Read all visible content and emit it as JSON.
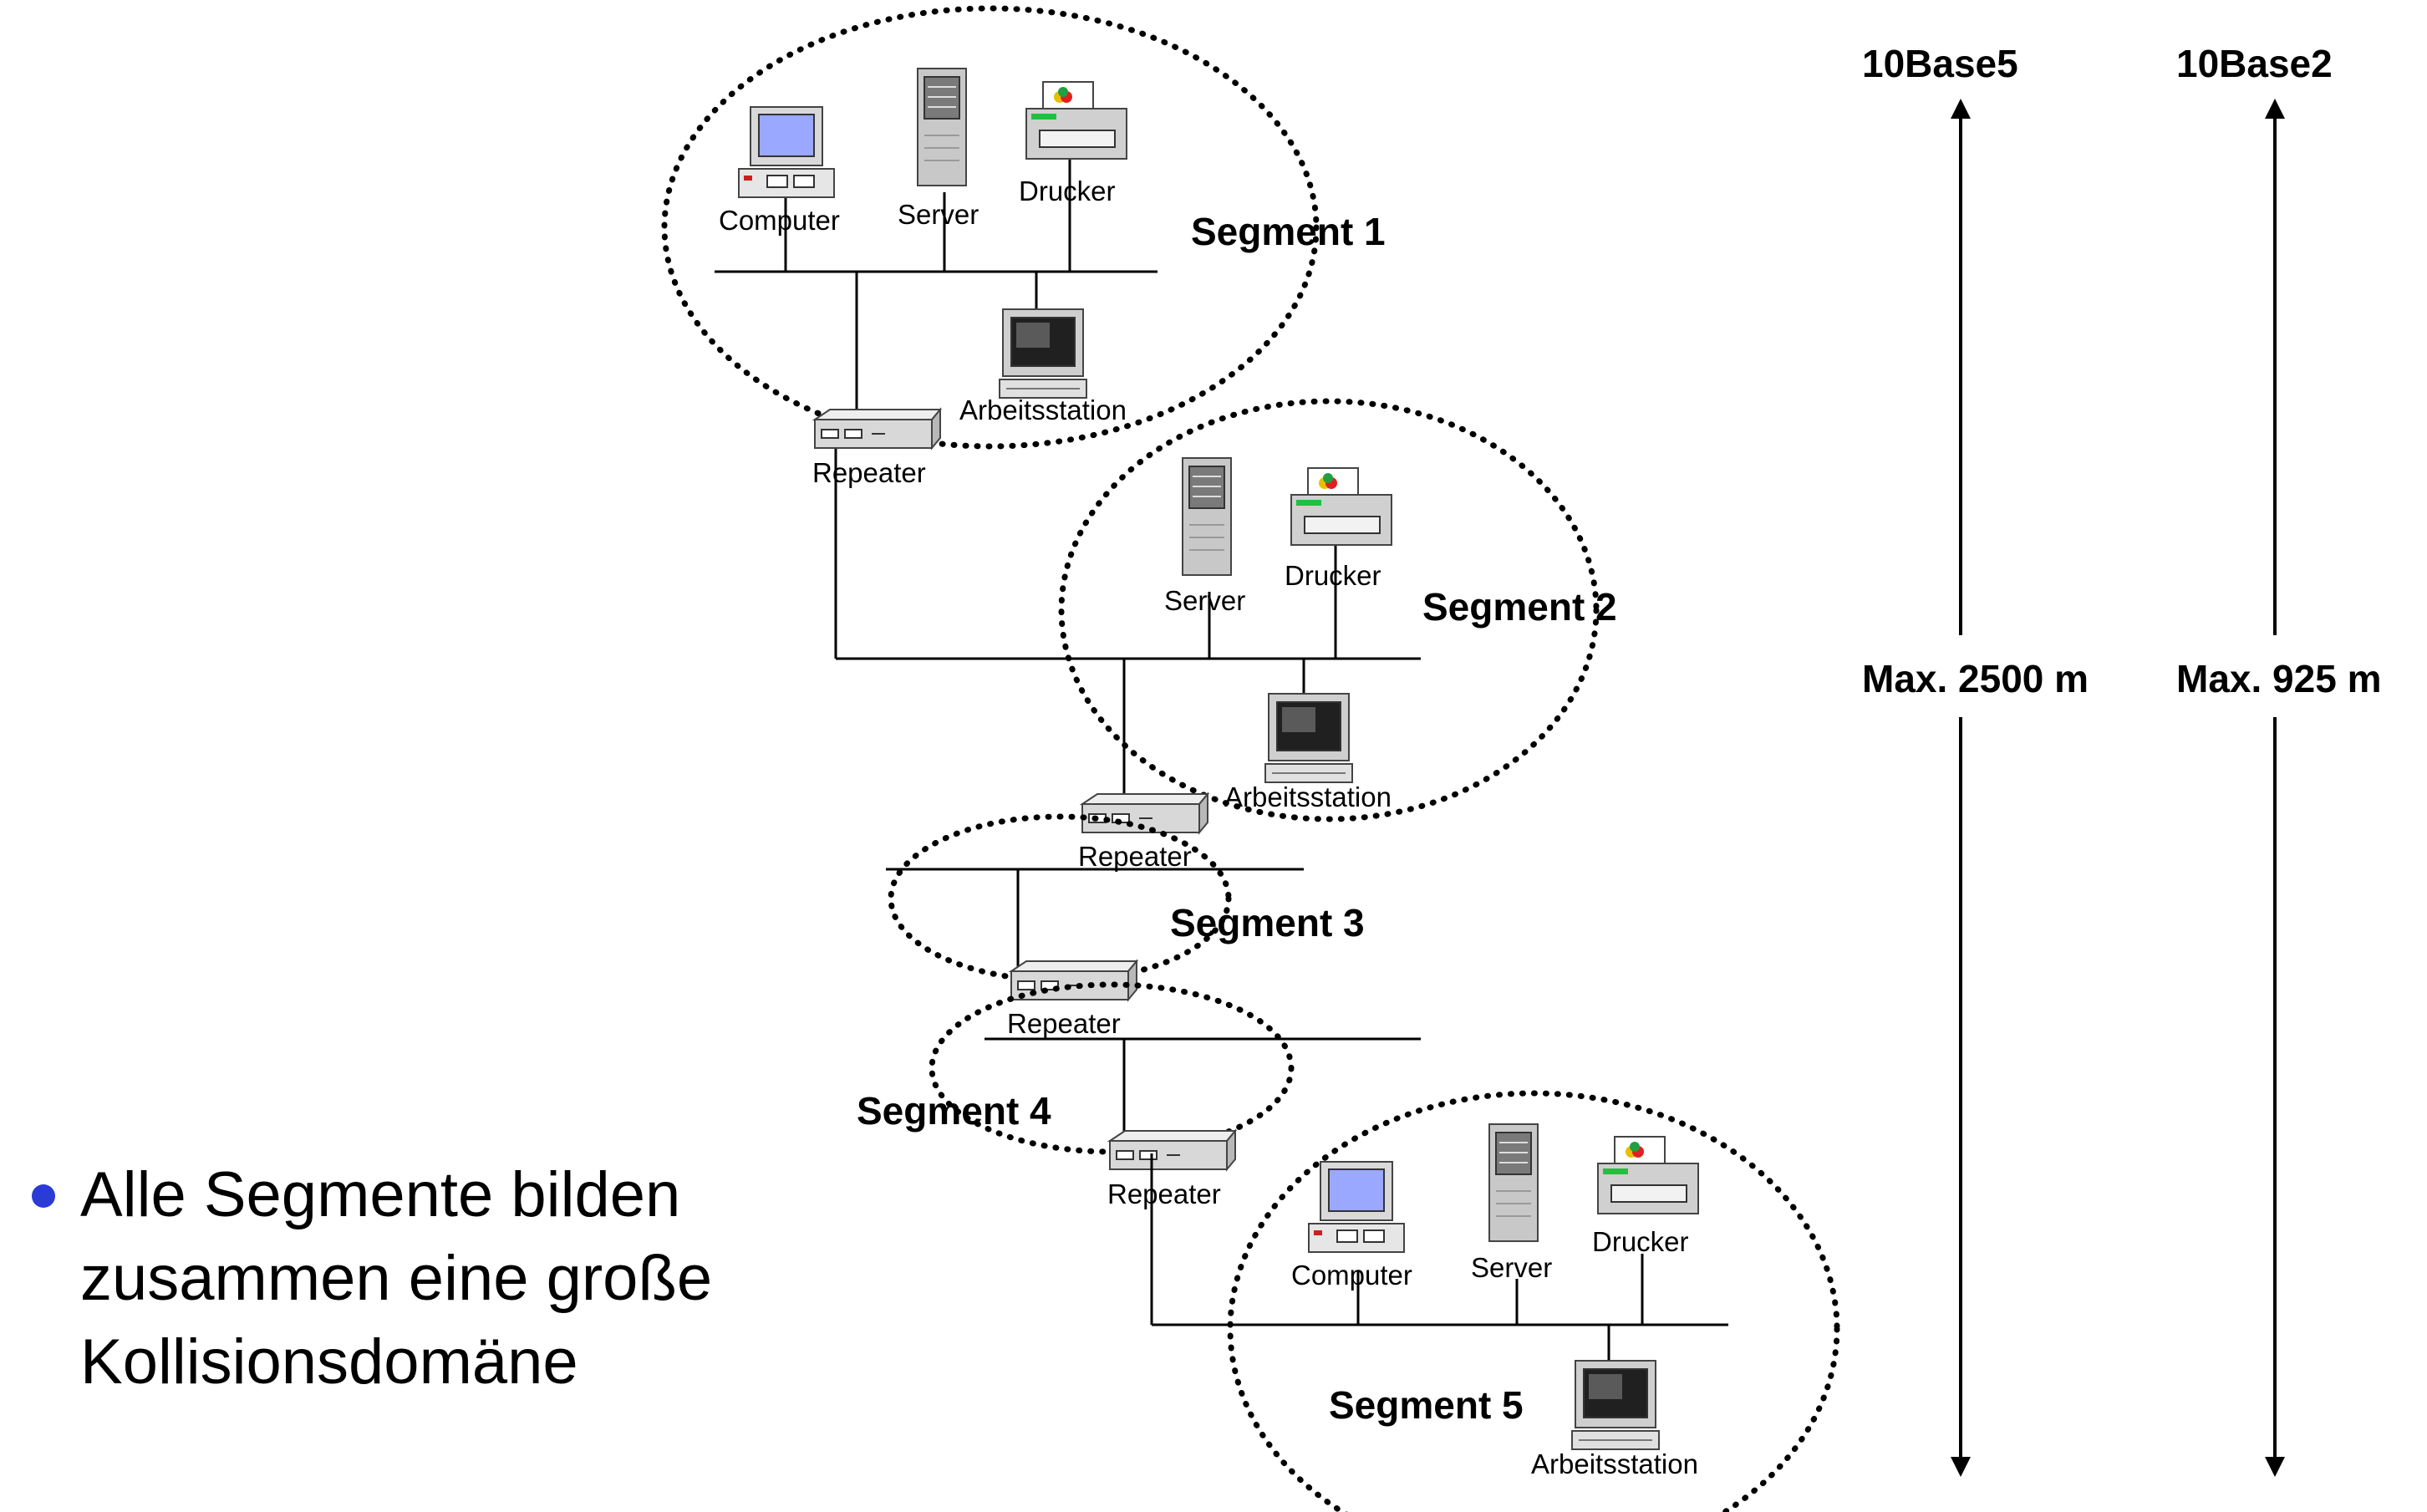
{
  "standards": [
    {
      "name": "10Base5",
      "max": "Max. 2500 m"
    },
    {
      "name": "10Base2",
      "max": "Max. 925 m"
    }
  ],
  "segments": {
    "s1": "Segment 1",
    "s2": "Segment 2",
    "s3": "Segment 3",
    "s4": "Segment 4",
    "s5": "Segment 5"
  },
  "devices": {
    "computer": "Computer",
    "server": "Server",
    "printer": "Drucker",
    "workstation": "Arbeitsstation",
    "repeater": "Repeater"
  },
  "bullet": {
    "line1": "Alle Segmente bilden",
    "line2": "zusammen eine große",
    "line3": "Kollisionsdomäne"
  }
}
